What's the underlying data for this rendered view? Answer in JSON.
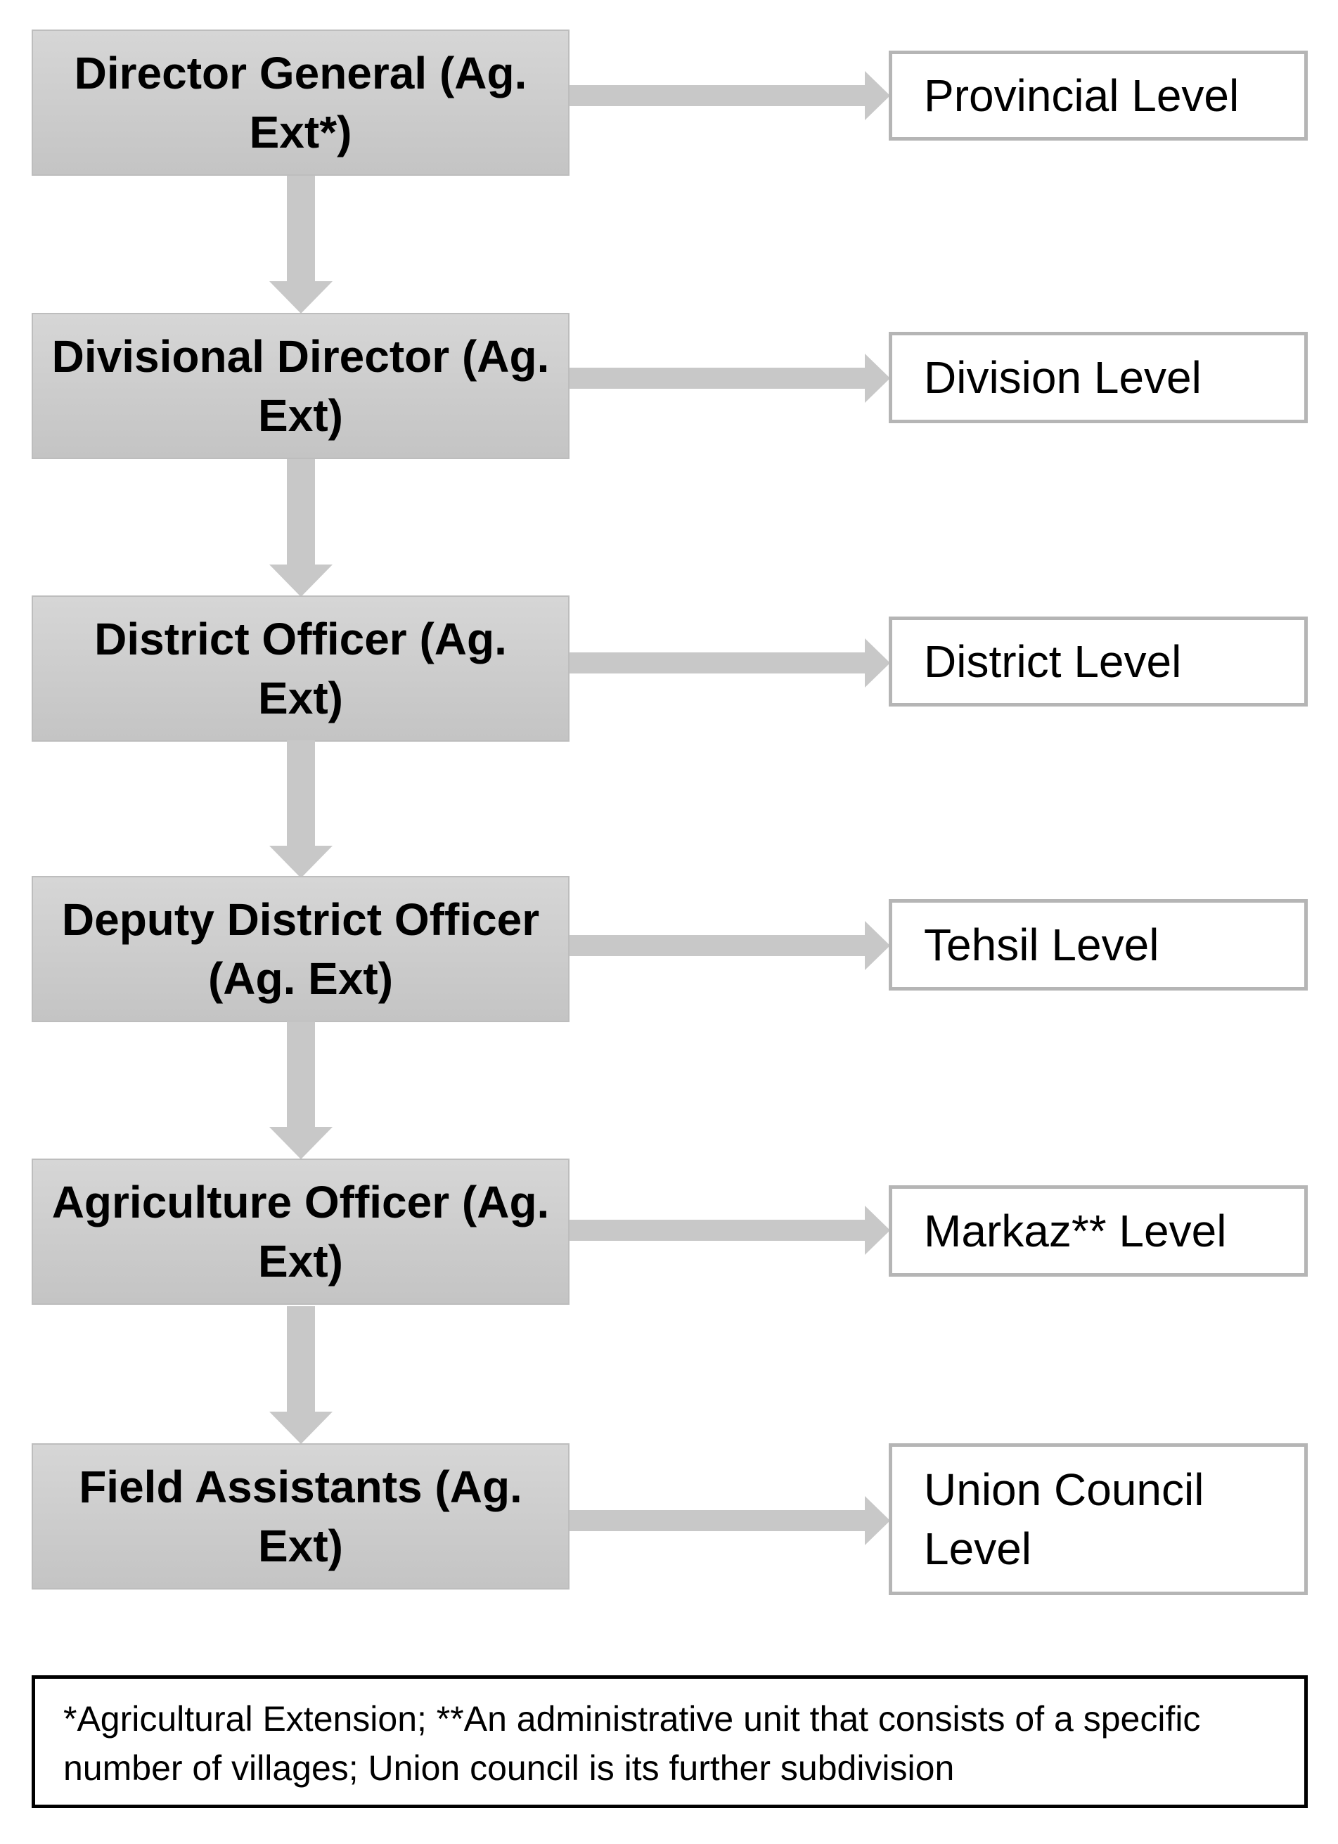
{
  "diagram": {
    "levels": [
      {
        "role": "Director General (Ag. Ext*)",
        "level": "Provincial Level"
      },
      {
        "role": "Divisional Director (Ag. Ext)",
        "level": "Division Level"
      },
      {
        "role": "District Officer (Ag. Ext)",
        "level": "District Level"
      },
      {
        "role": "Deputy District Officer (Ag. Ext)",
        "level": "Tehsil Level"
      },
      {
        "role": "Agriculture Officer (Ag. Ext)",
        "level": "Markaz** Level"
      },
      {
        "role": "Field Assistants (Ag. Ext)",
        "level": "Union Council Level"
      }
    ],
    "footnote": "*Agricultural Extension; **An administrative unit that consists of a specific number of villages; Union council is its further subdivision",
    "colors": {
      "role_box_fill": "#cccccc",
      "role_box_border": "#bdbdbd",
      "level_box_border": "#b5b5b5",
      "arrow": "#c8c8c8"
    }
  }
}
